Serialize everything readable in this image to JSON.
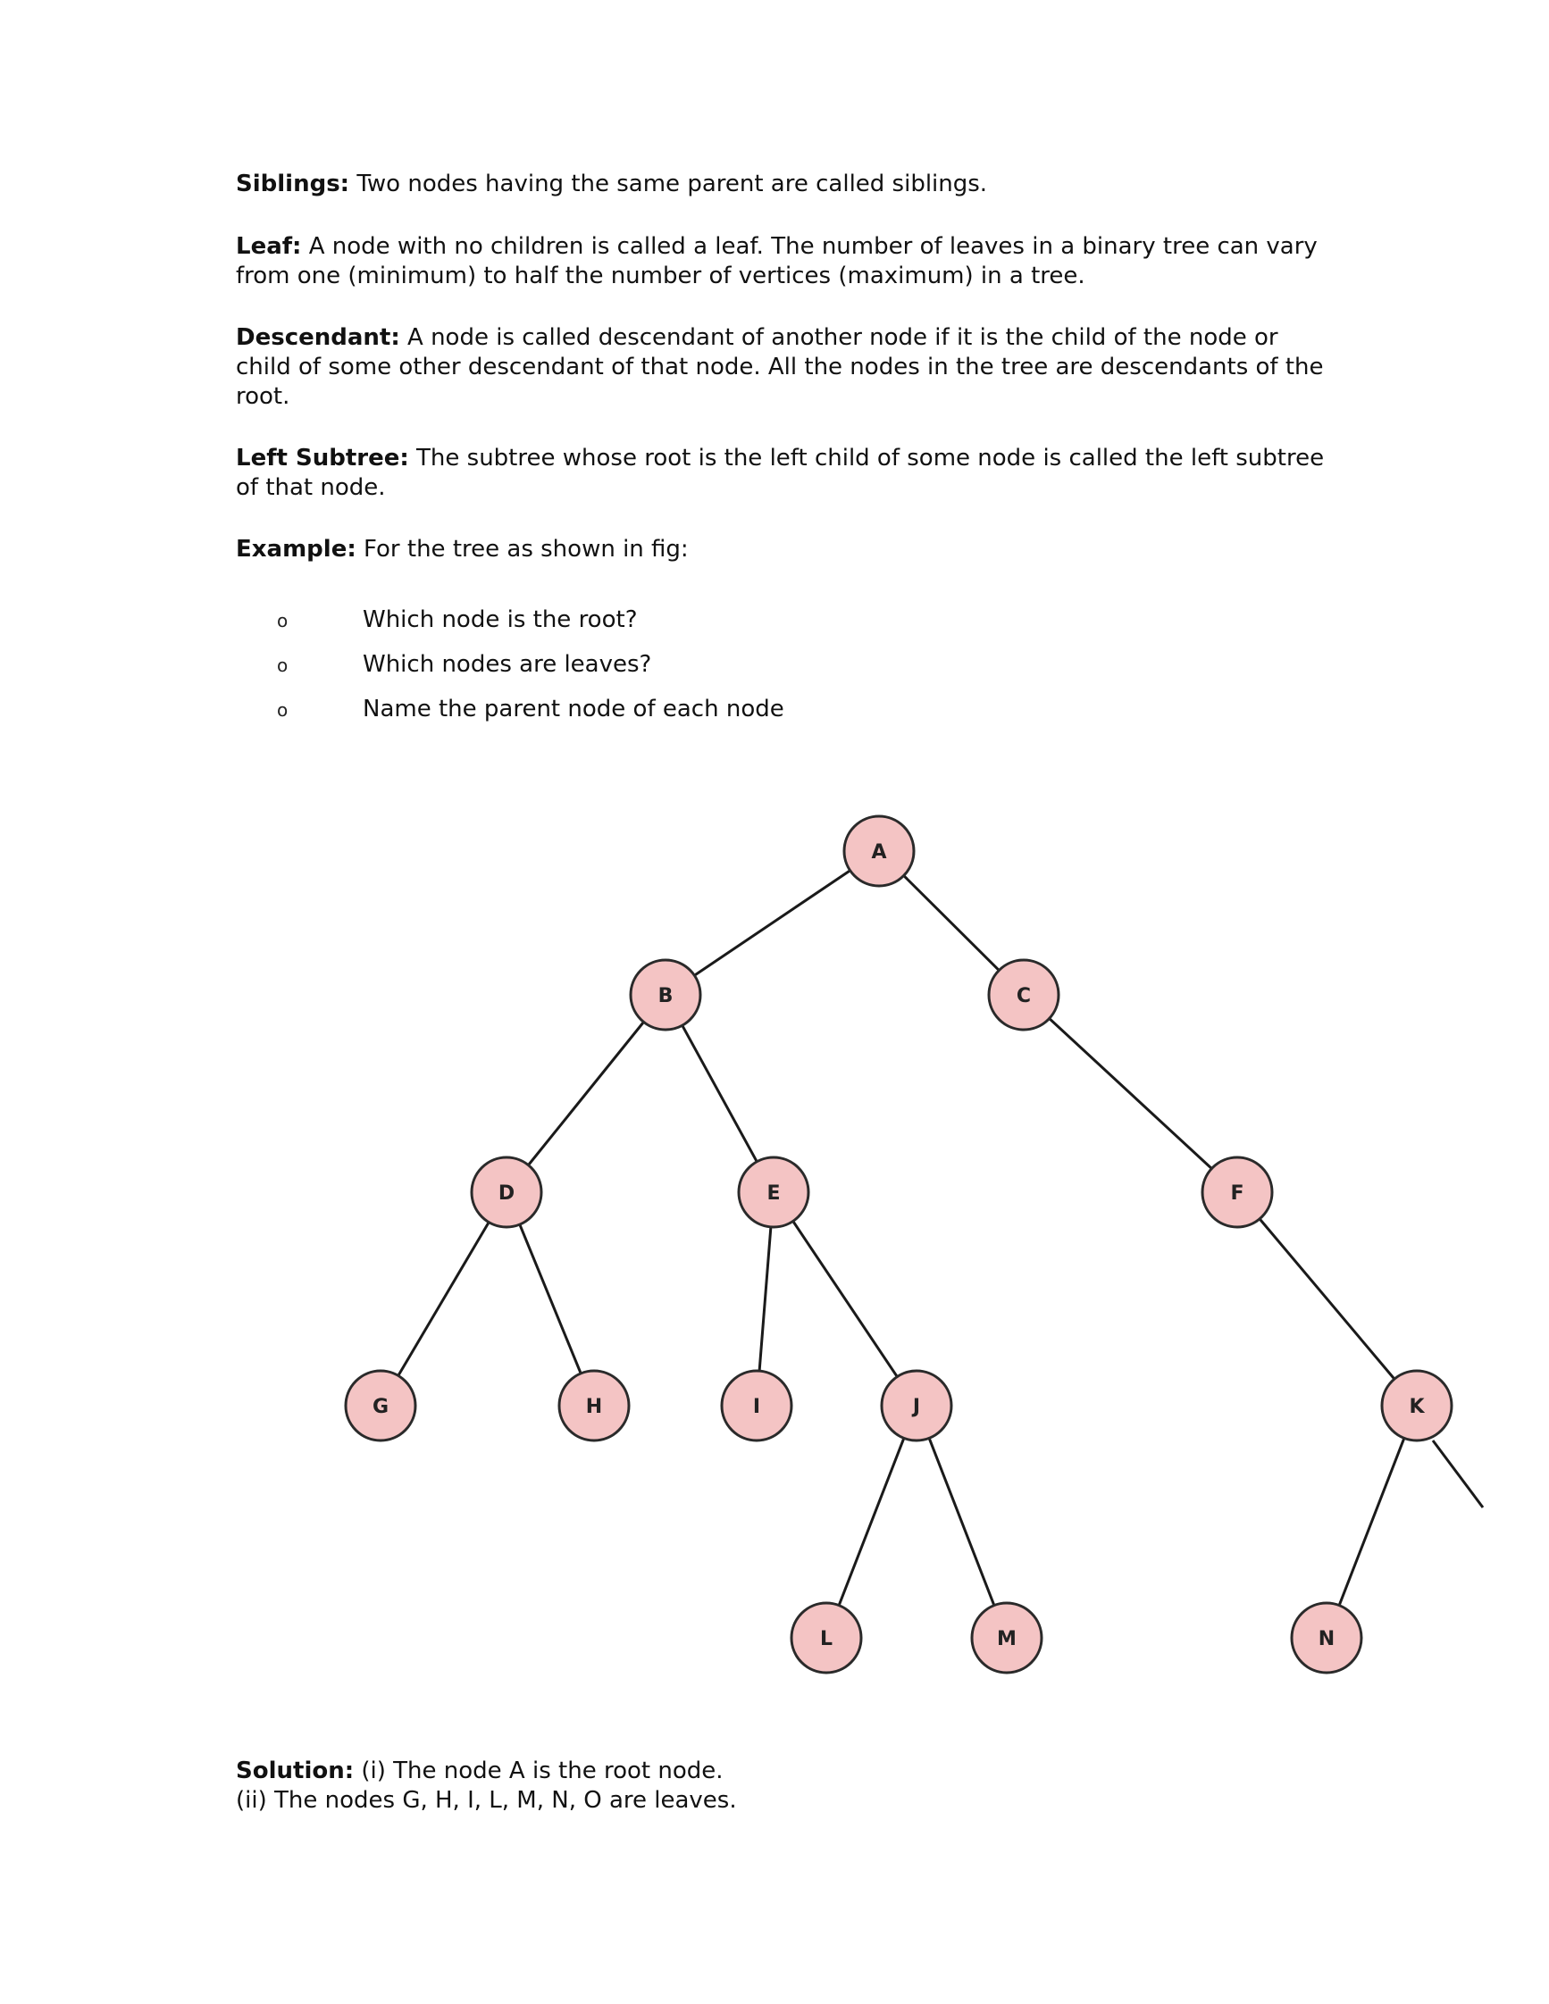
{
  "definitions": [
    {
      "term": "Siblings:",
      "text": " Two nodes having the same parent are called siblings."
    },
    {
      "term": "Leaf:",
      "text": " A node with no children is called a leaf. The number of leaves in a binary tree can vary from one (minimum) to half the number of vertices (maximum) in a tree."
    },
    {
      "term": "Descendant:",
      "text": " A node is called descendant of another node if it is the child of the node or child of some other descendant of that node. All the nodes in the tree are descendants of the root."
    },
    {
      "term": "Left Subtree:",
      "text": " The subtree whose root is the left child of some node is called the left subtree of that node."
    },
    {
      "term": "Example:",
      "text": " For the tree as shown in fig:"
    }
  ],
  "questions": [
    {
      "bullet": "o",
      "text": "Which node is the root?"
    },
    {
      "bullet": "o",
      "text": "Which nodes are leaves?"
    },
    {
      "bullet": "o",
      "text": "Name the parent node of each node"
    }
  ],
  "tree": {
    "colors": {
      "node_fill": "#f4c4c4",
      "node_stroke": "#2a2a2a",
      "edge": "#1a1a1a"
    },
    "nodes": [
      "A",
      "B",
      "C",
      "D",
      "E",
      "F",
      "G",
      "H",
      "I",
      "J",
      "K",
      "L",
      "M",
      "N"
    ],
    "edges": [
      [
        "A",
        "B"
      ],
      [
        "A",
        "C"
      ],
      [
        "B",
        "D"
      ],
      [
        "B",
        "E"
      ],
      [
        "C",
        "F"
      ],
      [
        "D",
        "G"
      ],
      [
        "D",
        "H"
      ],
      [
        "E",
        "I"
      ],
      [
        "E",
        "J"
      ],
      [
        "F",
        "K"
      ],
      [
        "J",
        "L"
      ],
      [
        "J",
        "M"
      ],
      [
        "K",
        "N"
      ]
    ]
  },
  "solution": {
    "term": "Solution:",
    "line1": " (i) The node A is the root node.",
    "line2": "(ii) The nodes G, H, I, L, M, N, O are leaves."
  }
}
